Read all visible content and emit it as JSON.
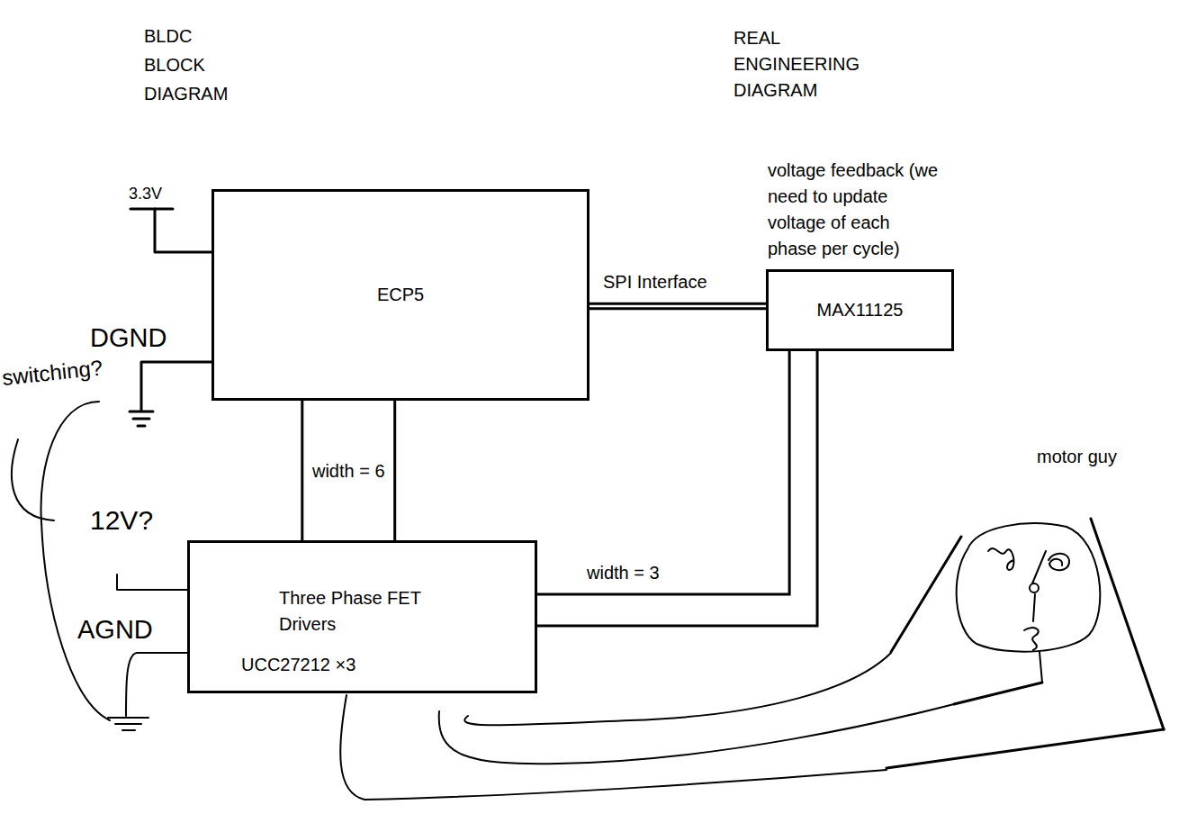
{
  "diagram": {
    "title": "BLDC BLOCK DIAGRAM",
    "nodes": [
      {
        "text": [
          "ECP5"
        ]
      },
      {
        "text": [
          "voltage feedback (we need to update voltage of each phase per cycle)",
          "MAX11125"
        ]
      },
      {
        "text": [
          "Three Phase FET Drivers",
          "UCC27212 ×3"
        ]
      }
    ],
    "edges": [
      {
        "from": 0,
        "to": 2,
        "label": "width = 6",
        "arrow": "none"
      },
      {
        "from": 2,
        "to": 1,
        "label": "width = 3",
        "arrow": "none"
      },
      {
        "from": 0,
        "to": 1,
        "label": "SPI Interface",
        "arrow": "none"
      }
    ],
    "labels": [
      "REAL ENGINEERING DIAGRAM",
      "3.3V",
      "DGND",
      "switching?",
      "12V?",
      "AGND",
      "motor guy"
    ]
  }
}
